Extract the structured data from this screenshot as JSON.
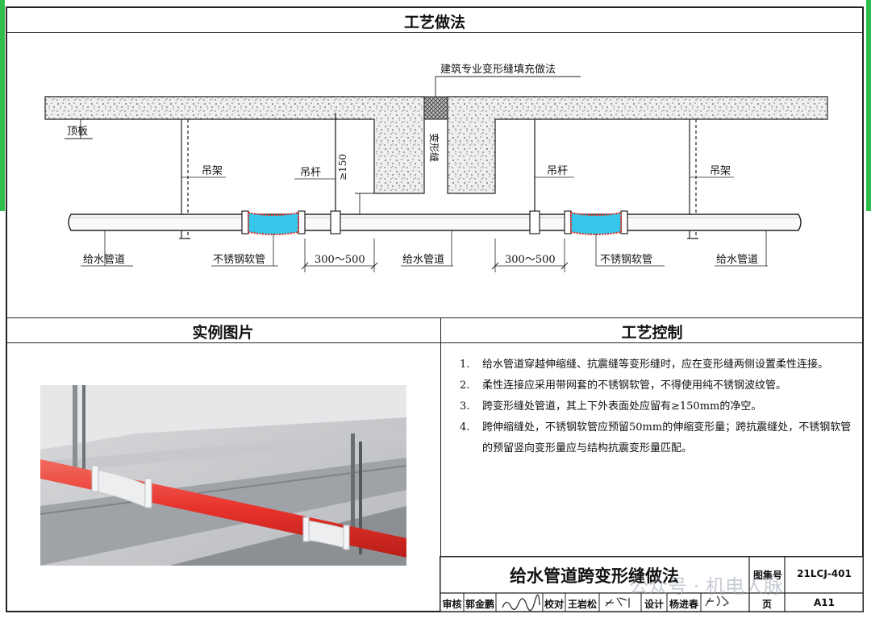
{
  "sections": {
    "top_title": "工艺做法",
    "photo_title": "实例图片",
    "control_title": "工艺控制"
  },
  "diagram_labels": {
    "fill_note": "建筑专业变形缝填充做法",
    "slab": "顶板",
    "joint": "变形缝",
    "hanger_left": "吊架",
    "hanger_right": "吊架",
    "rod_left": "吊杆",
    "rod_right": "吊杆",
    "clearance": "≥150",
    "pipe_left": "给水管道",
    "pipe_mid": "给水管道",
    "pipe_right": "给水管道",
    "hose_left": "不锈钢软管",
    "hose_right": "不锈钢软管",
    "dim_left": "300～500",
    "dim_right": "300～500"
  },
  "steps": [
    {
      "num": "1.",
      "text": "给水管道穿越伸缩缝、抗震缝等变形缝时，应在变形缝两侧设置柔性连接。"
    },
    {
      "num": "2.",
      "text": "柔性连接应采用带网套的不锈钢软管，不得使用纯不锈钢波纹管。"
    },
    {
      "num": "3.",
      "text": "跨变形缝处管道，其上下外表面处应留有≥150mm的净空。"
    },
    {
      "num": "4.",
      "text": "跨伸缩缝处，不锈钢软管应预留50mm的伸缩变形量；跨抗震缝处，不锈钢软管的预留竖向变形量应与结构抗震变形量匹配。"
    }
  ],
  "title_block": {
    "drawing_title": "给水管道跨变形缝做法",
    "atlas_label": "图集号",
    "atlas_no": "21LCJ-401",
    "review_label": "审核",
    "review_name": "郭金鹏",
    "check_label": "校对",
    "check_name": "王岩松",
    "design_label": "设计",
    "design_name": "杨进春",
    "page_label": "页",
    "page_no": "A11"
  },
  "watermark": "公众号 · 机电人脉",
  "colors": {
    "pipe_red": "#e8322c",
    "hose_cyan": "#35c6ea",
    "hose_rim": "#e02a20",
    "frame": "#222222",
    "accent_green": "#2dbf4a"
  }
}
